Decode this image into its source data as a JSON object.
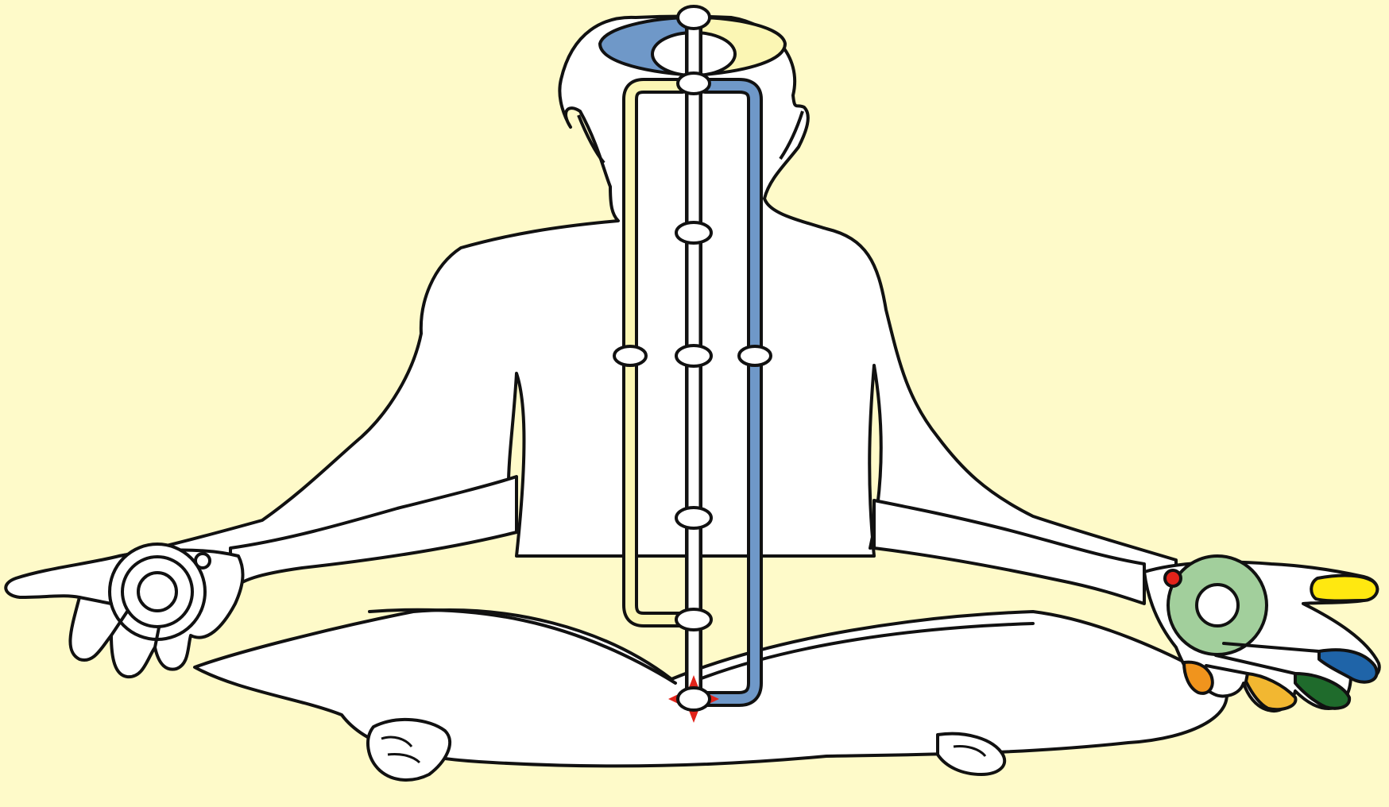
{
  "figure": {
    "subject": "seated-meditation-figure-back-view",
    "colors": {
      "background": "#fefac9",
      "body_fill": "#ffffff",
      "outline": "#111111",
      "left_channel": "#fbf6b4",
      "right_channel": "#6f98c8",
      "crown_left": "#6f98c8",
      "crown_right": "#fbf6b4",
      "root_marker": "#e2231a",
      "right_palm_ring": "#a2cf9c",
      "right_palm_dot": "#e2231a"
    },
    "central_channel_nodes": 7,
    "side_channel_nodes": 2,
    "finger_colors": [
      "#ffe810",
      "#1f64a8",
      "#1f6b2c",
      "#f2b731",
      "#f0941d"
    ]
  }
}
